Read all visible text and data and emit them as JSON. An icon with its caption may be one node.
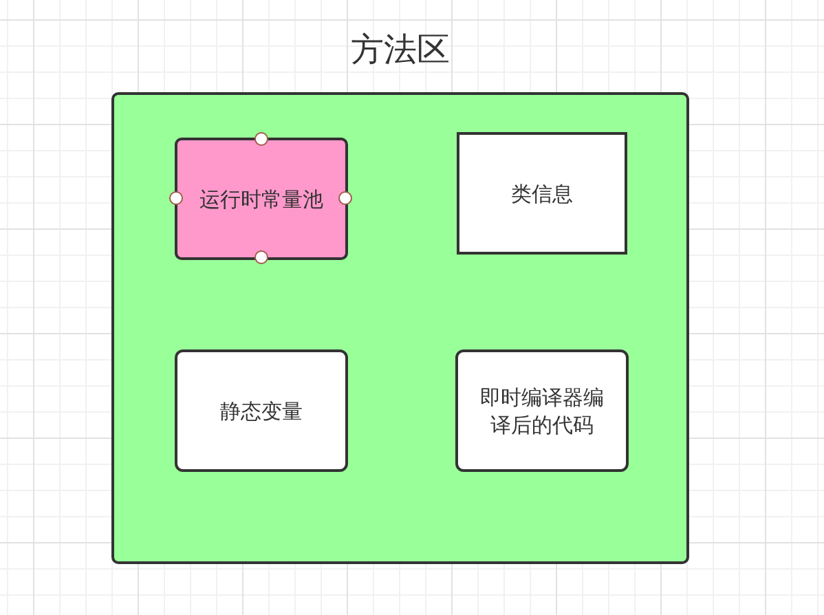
{
  "diagram": {
    "nodes": [
      {
        "text": [
          "方法区"
        ]
      },
      {
        "text": [
          "运行时常量池"
        ],
        "in": 0
      },
      {
        "text": [
          "类信息"
        ],
        "in": 0
      },
      {
        "text": [
          "静态变量"
        ],
        "in": 0
      },
      {
        "text": [
          "即时编译器编译后的代码"
        ],
        "in": 0
      }
    ]
  }
}
